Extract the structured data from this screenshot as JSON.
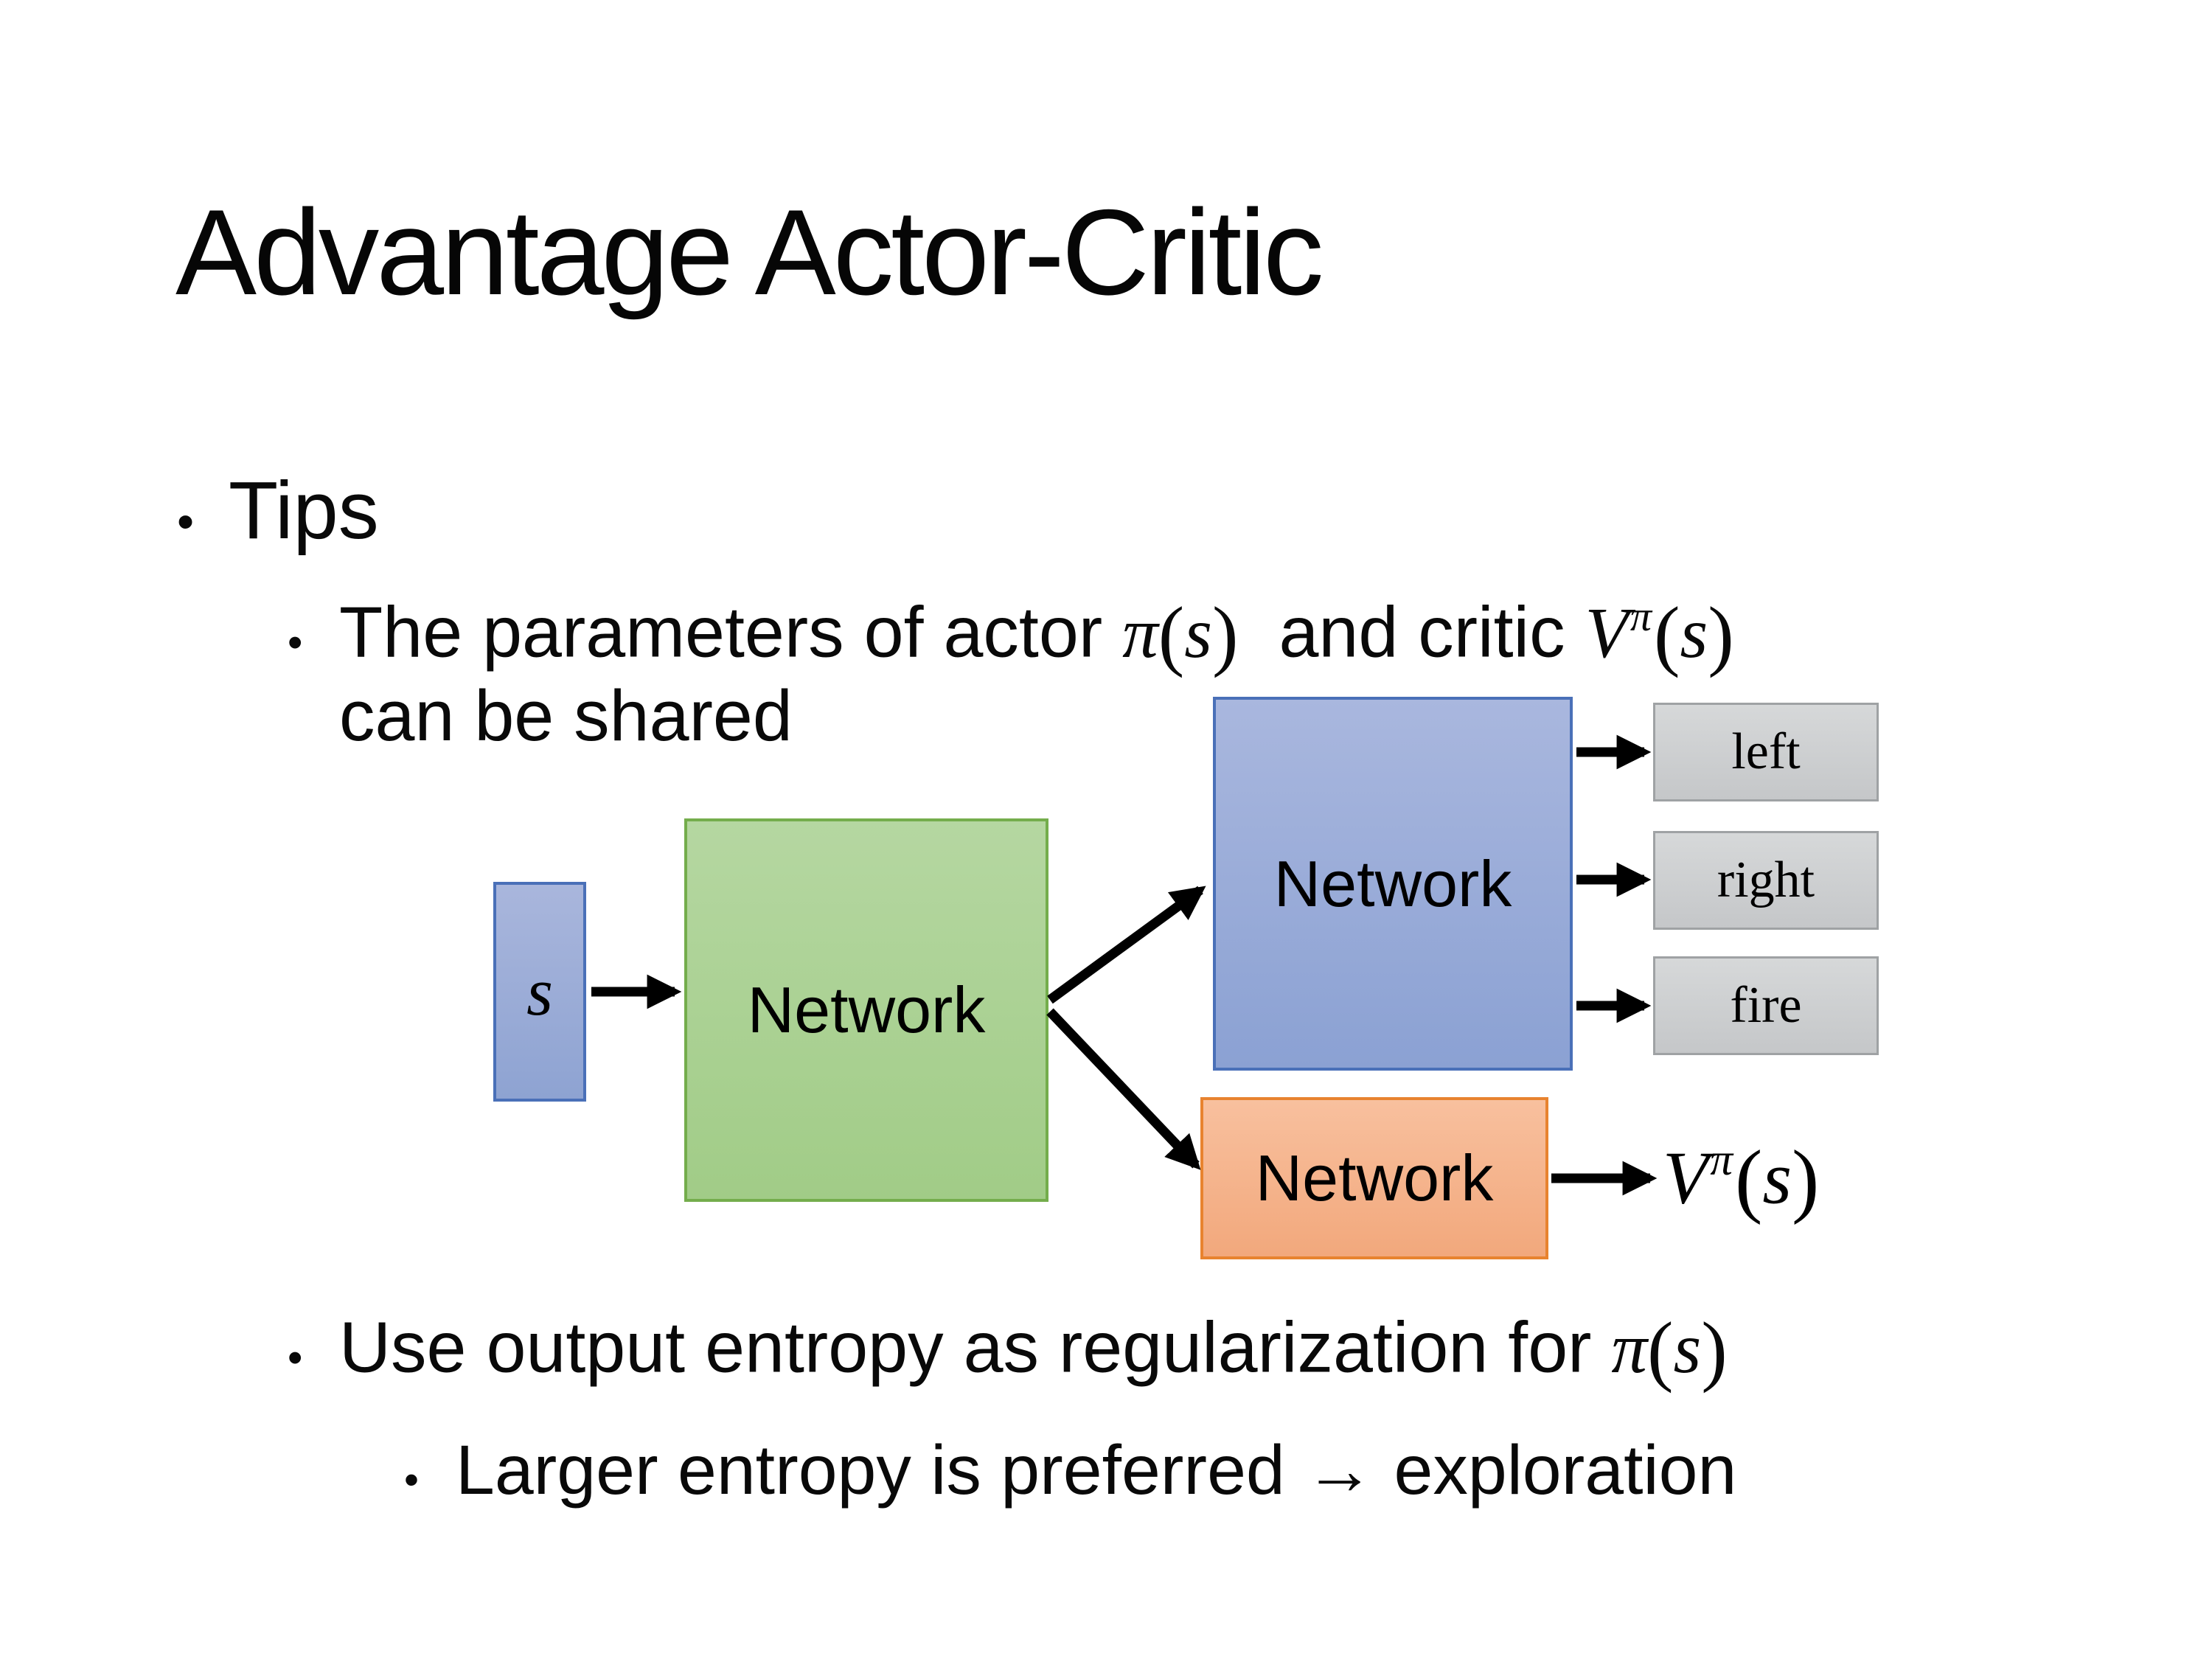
{
  "slide": {
    "title": "Advantage Actor-Critic",
    "bullet_char": "•"
  },
  "bullets": {
    "tips": "Tips",
    "param_prefix": "The parameters of actor",
    "param_mid": "and critic",
    "param_line2": "can be shared",
    "entropy_prefix": "Use output entropy as regularization for",
    "larger_entropy": "Larger entropy is preferred → exploration"
  },
  "math": {
    "pi": "π",
    "s": "s",
    "V": "V",
    "open": "(",
    "close": ")"
  },
  "diagram": {
    "input_label": "s",
    "shared_network_label": "Network",
    "actor_network_label": "Network",
    "critic_network_label": "Network",
    "action_labels": [
      "left",
      "right",
      "fire"
    ],
    "colors": {
      "state_fill_top": "#a9b6dc",
      "state_fill_bottom": "#8ea3d2",
      "state_border": "#4a70b8",
      "shared_fill_top": "#b5d7a1",
      "shared_fill_bottom": "#a1cc87",
      "shared_border": "#74ad4c",
      "actor_fill_top": "#a9b7de",
      "actor_fill_bottom": "#8ba1d3",
      "actor_border": "#4a70b8",
      "critic_fill_top": "#f8c09e",
      "critic_fill_bottom": "#f2a87c",
      "critic_border": "#e8832f",
      "action_fill_top": "#d6d8d9",
      "action_fill_bottom": "#c5c7c9",
      "action_border": "#9fa2a4",
      "arrow": "#000000",
      "text": "#000000",
      "background": "#ffffff"
    }
  }
}
